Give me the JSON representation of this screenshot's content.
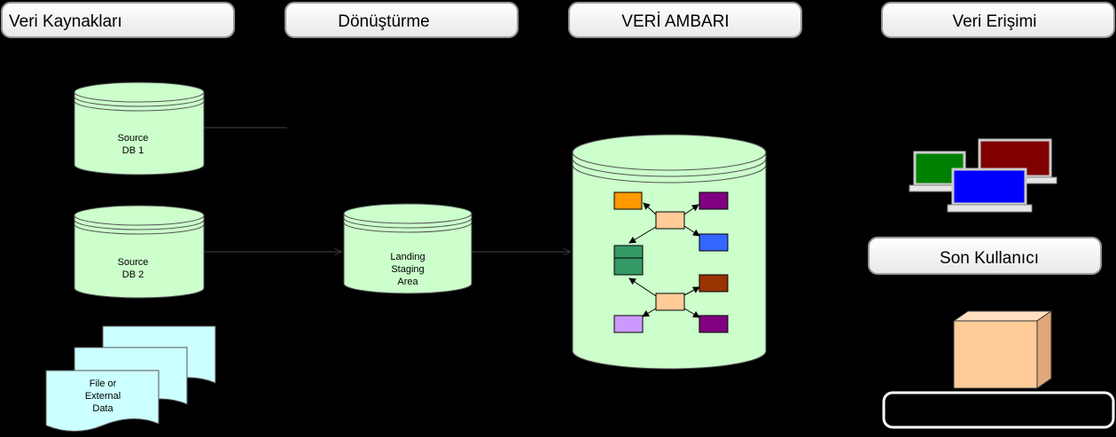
{
  "headers": {
    "sources": "Veri Kaynakları",
    "transform": "Dönüştürme",
    "warehouse": "VERİ AMBARI",
    "access": "Veri Erişimi",
    "end_user": "Son Kullanıcı"
  },
  "sources": {
    "db1": [
      "Source",
      "DB 1"
    ],
    "db2": [
      "Source",
      "DB 2"
    ],
    "file": [
      "File or",
      "External",
      "Data"
    ]
  },
  "staging": [
    "Landing",
    "Staging",
    "Area"
  ],
  "colors": {
    "cylinder_fill": "#ccffcc",
    "file_fill": "#ccffff",
    "header_fill": "#ffffff",
    "box_orange": "#ff9900",
    "box_purple": "#800080",
    "box_blue": "#3366ff",
    "box_brown": "#993300",
    "box_lavender": "#cc99ff",
    "box_green": "#339966",
    "box_peach": "#ffcc99",
    "monitor_green": "#008000",
    "monitor_red": "#800000",
    "monitor_blue": "#0000ff",
    "cube": "#ffcc99"
  }
}
